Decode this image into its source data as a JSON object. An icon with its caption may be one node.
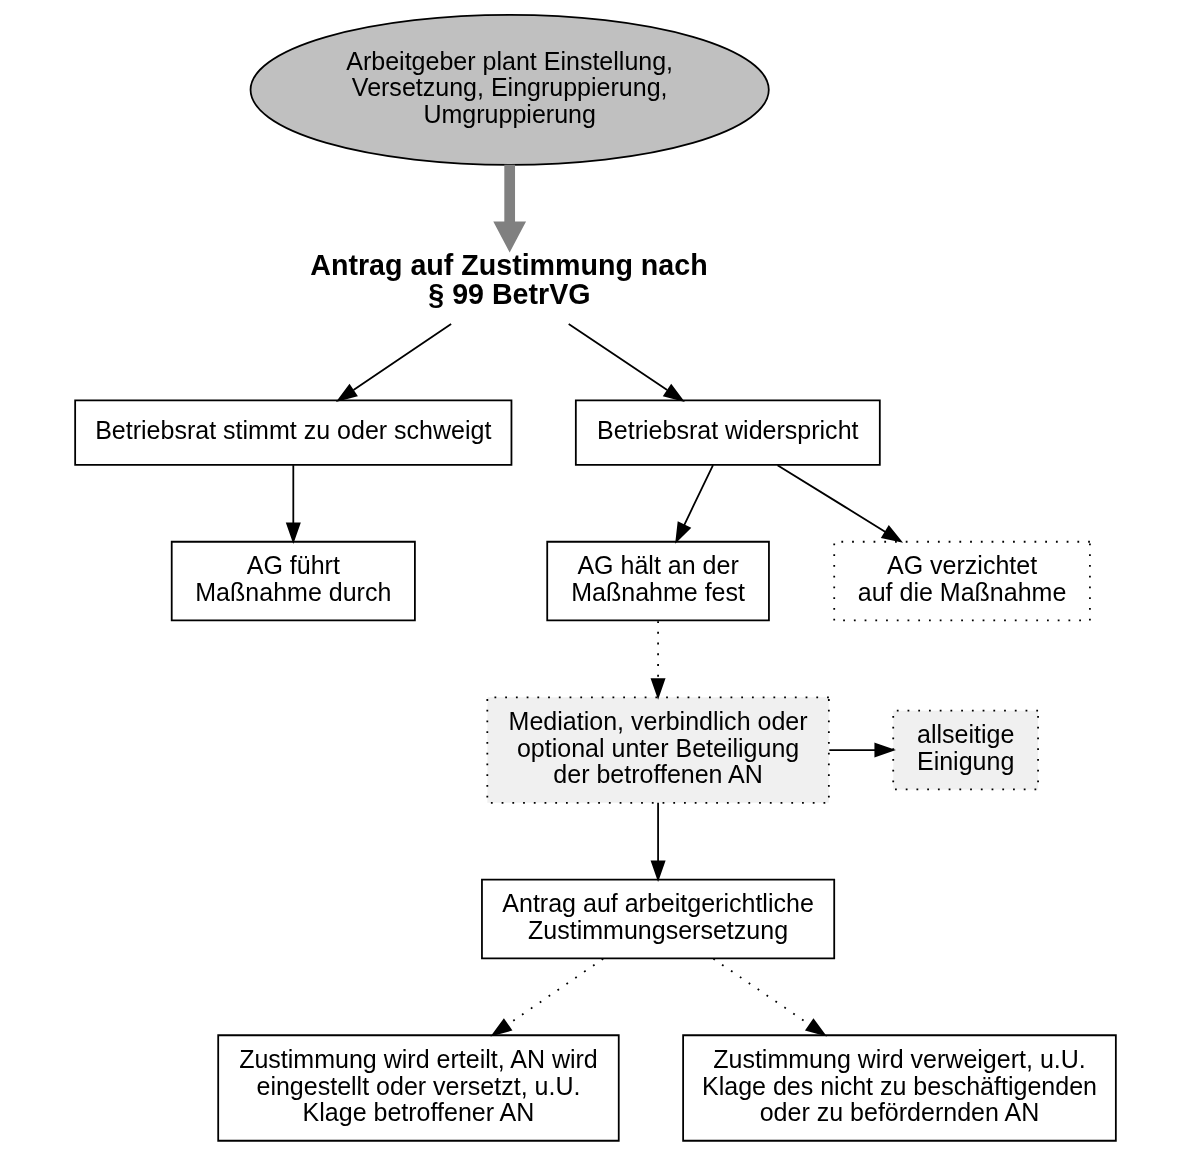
{
  "diagram": {
    "nodes": [
      {
        "text": [
          "Arbeitgeber plant Einstellung, Versetzung, Eingruppierung, Umgruppierung"
        ]
      },
      {
        "text": [
          "Antrag auf Zustimmung nach § 99 BetrVG"
        ]
      },
      {
        "text": [
          "Betriebsrat stimmt zu oder schweigt"
        ]
      },
      {
        "text": [
          "Betriebsrat widerspricht"
        ]
      },
      {
        "text": [
          "AG führt Maßnahme durch"
        ]
      },
      {
        "text": [
          "AG hält an der Maßnahme fest"
        ]
      },
      {
        "text": [
          "AG verzichtet auf die Maßnahme"
        ]
      },
      {
        "text": [
          "Mediation, verbindlich oder optional unter Beteiligung der betroffenen AN"
        ]
      },
      {
        "text": [
          "allseitige Einigung"
        ]
      },
      {
        "text": [
          "Antrag auf arbeitgerichtliche Zustimmungsersetzung"
        ]
      },
      {
        "text": [
          "Zustimmung wird erteilt, AN wird eingestellt oder versetzt, u.U. Klage betroffener AN"
        ]
      },
      {
        "text": [
          "Zustimmung wird verweigert, u.U. Klage des nicht zu beschäftigenden oder zu befördernden AN"
        ]
      }
    ],
    "edges": [
      {
        "from": 0,
        "to": 1,
        "arrow": "to",
        "style": "thick",
        "color": "#808080"
      },
      {
        "from": 1,
        "to": 2,
        "arrow": "to"
      },
      {
        "from": 1,
        "to": 3,
        "arrow": "to"
      },
      {
        "from": 2,
        "to": 4,
        "arrow": "to"
      },
      {
        "from": 3,
        "to": 5,
        "arrow": "to"
      },
      {
        "from": 3,
        "to": 6,
        "arrow": "to"
      },
      {
        "from": 5,
        "to": 7,
        "arrow": "to",
        "style": "dashed"
      },
      {
        "from": 7,
        "to": 8,
        "arrow": "to"
      },
      {
        "from": 7,
        "to": 9,
        "arrow": "to"
      },
      {
        "from": 9,
        "to": 10,
        "arrow": "to",
        "style": "dashed"
      },
      {
        "from": 9,
        "to": 11,
        "arrow": "to",
        "style": "dashed"
      }
    ]
  }
}
